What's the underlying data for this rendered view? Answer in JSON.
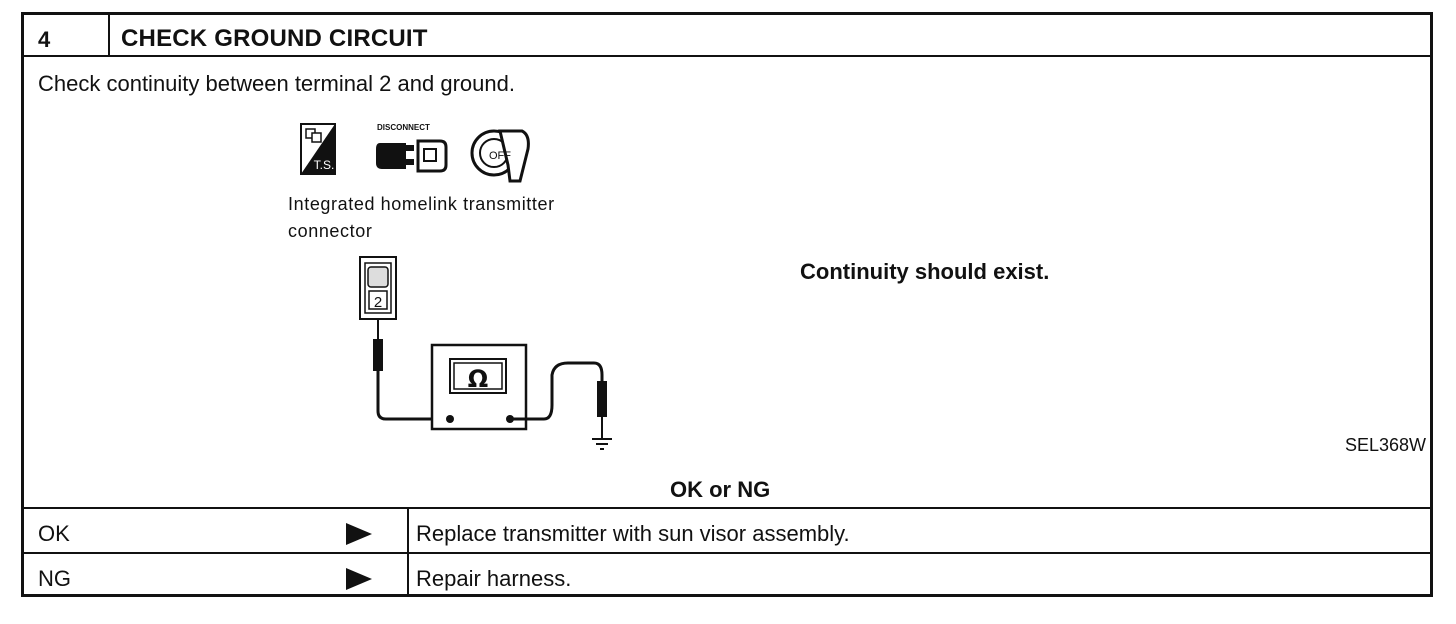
{
  "step": {
    "number": "4",
    "title": "CHECK GROUND CIRCUIT"
  },
  "instruction": "Check continuity between terminal 2 and ground.",
  "icons": {
    "ts_label": "T.S.",
    "disconnect_label": "DISCONNECT",
    "ignition_label": "OFF"
  },
  "diagram": {
    "connector_label_line1": "Integrated homelink transmitter",
    "connector_label_line2": "connector",
    "terminal": "2",
    "meter_symbol": "Ω"
  },
  "result_text": "Continuity should exist.",
  "figure_id": "SEL368W",
  "decision_label": "OK or NG",
  "outcomes": [
    {
      "label": "OK",
      "action": "Replace transmitter with sun visor assembly."
    },
    {
      "label": "NG",
      "action": "Repair harness."
    }
  ]
}
